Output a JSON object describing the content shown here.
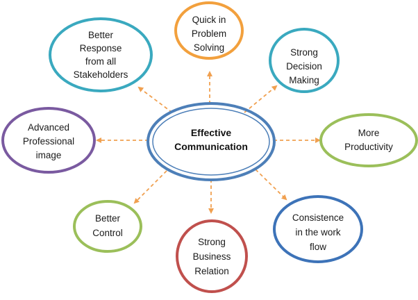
{
  "center": {
    "lines": [
      "Effective",
      "Communication"
    ],
    "stroke_color": "#4d7fb8"
  },
  "nodes": [
    {
      "id": "better-response",
      "lines": [
        "Better",
        "Response",
        "from all",
        "Stakeholders"
      ],
      "color": "#3aa9bf"
    },
    {
      "id": "quick-problem-solving",
      "lines": [
        "Quick in",
        "Problem",
        "Solving"
      ],
      "color": "#f2a03d"
    },
    {
      "id": "strong-decision-making",
      "lines": [
        "Strong",
        "Decision",
        "Making"
      ],
      "color": "#3aa9bf"
    },
    {
      "id": "more-productivity",
      "lines": [
        "More",
        "Productivity"
      ],
      "color": "#9bbf5a"
    },
    {
      "id": "consistence-work-flow",
      "lines": [
        "Consistence",
        "in the work",
        "flow"
      ],
      "color": "#3d73b8"
    },
    {
      "id": "strong-business-relation",
      "lines": [
        "Strong",
        "Business",
        "Relation"
      ],
      "color": "#c0504d"
    },
    {
      "id": "better-control",
      "lines": [
        "Better",
        "Control"
      ],
      "color": "#9bbf5a"
    },
    {
      "id": "advanced-professional-image",
      "lines": [
        "Advanced",
        "Professional",
        "image"
      ],
      "color": "#7a5aa0"
    }
  ],
  "arrow_color": "#f0a050"
}
